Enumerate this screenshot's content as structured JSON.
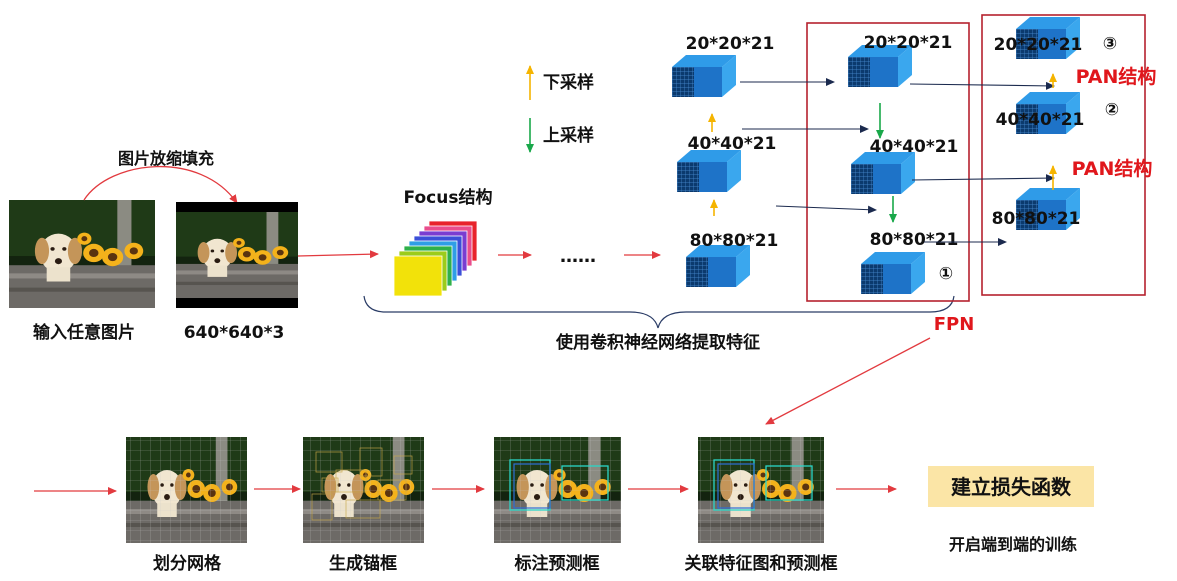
{
  "labels": {
    "resize_fill": "图片放缩填充",
    "input_image": "输入任意图片",
    "size_640": "640*640*3",
    "focus": "Focus结构",
    "ellipsis": "……",
    "cnn_extract": "使用卷积神经网络提取特征",
    "downsample": "下采样",
    "upsample": "上采样",
    "fpn": "FPN",
    "pan1": "PAN结构",
    "pan2": "PAN结构",
    "backbone": {
      "s20": "20*20*21",
      "s40": "40*40*21",
      "s80": "80*80*21"
    },
    "fpn_col": {
      "s20": "20*20*21",
      "s40": "40*40*21",
      "s80": "80*80*21"
    },
    "pan_col": {
      "s20": "20*20*21",
      "s40": "40*40*21",
      "s80": "80*80*21"
    },
    "circle1": "①",
    "circle2": "②",
    "circle3": "③",
    "step_grid": "划分网格",
    "step_anchor": "生成锚框",
    "step_pred": "标注预测框",
    "step_relate": "关联特征图和预测框",
    "loss": "建立损失函数",
    "end_to_end": "开启端到端的训练"
  },
  "colors": {
    "cube_front": "#1e73c8",
    "cube_top": "#2f9be8",
    "cube_side": "#3aa7ee",
    "grid_face": "#0b3a6e",
    "box_red": "#b5222e",
    "arrow_red": "#e23a3f",
    "arrow_navy": "#1b2a4e",
    "arrow_yellow": "#f5b400",
    "arrow_green": "#19a84a",
    "loss_bg": "#fbe5a6",
    "focus_layers": [
      "#e8232b",
      "#e94d8c",
      "#7a3dd1",
      "#3b4fd8",
      "#2f9ee6",
      "#2fb04a",
      "#9ccc1a",
      "#f2e20a"
    ]
  },
  "icons": [
    "input-photo",
    "resized-photo",
    "grid-photo",
    "anchor-photo",
    "prediction-photo",
    "relation-photo"
  ]
}
